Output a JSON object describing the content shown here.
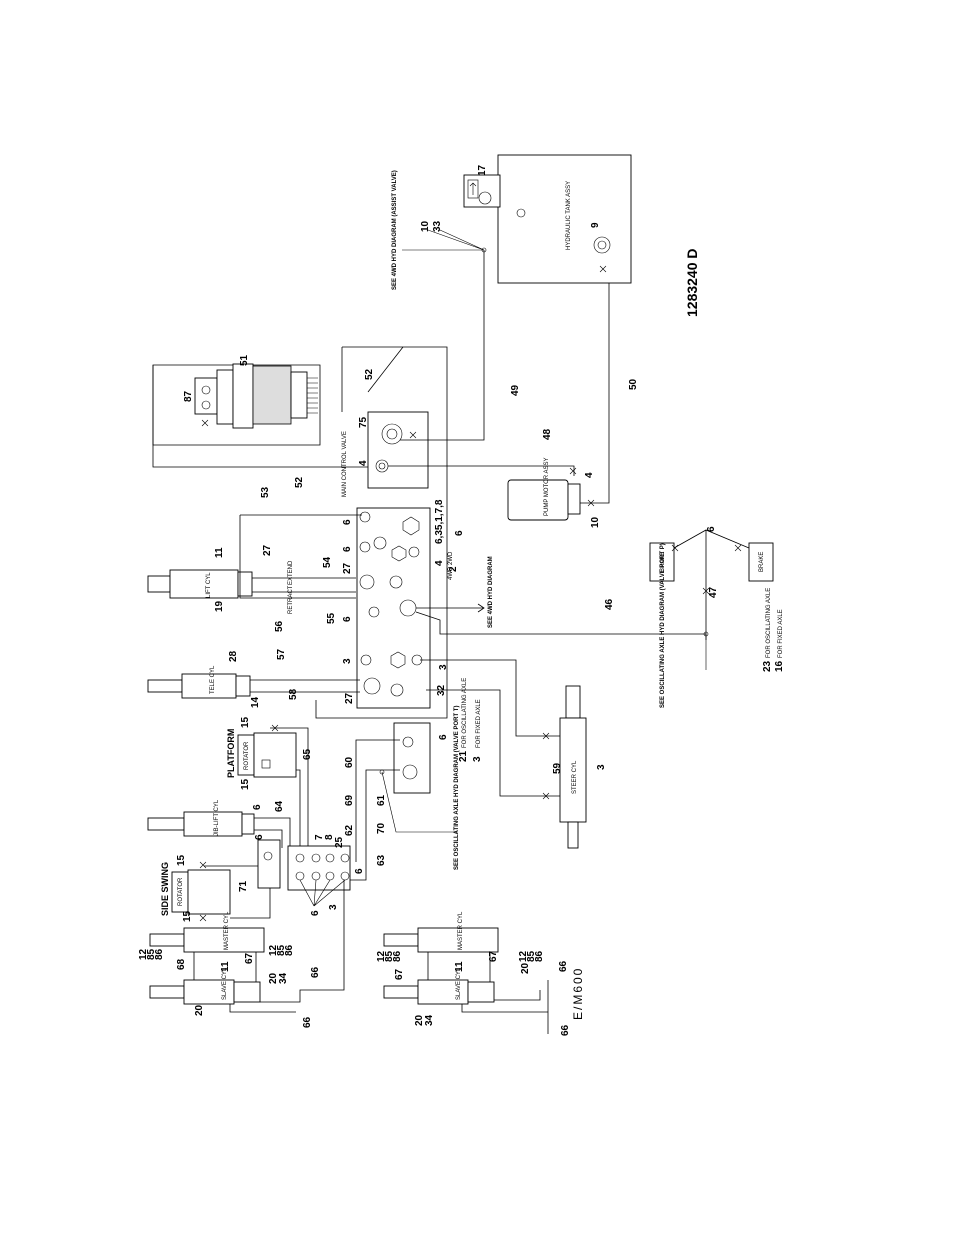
{
  "drawing_number": "1283240 D",
  "tank_label": "HYDRAULIC TANK ASSY",
  "notes": {
    "see_4wd_assist": "SEE 4WD HYD DIAGRAM (ASSIST VALVE)",
    "see_4wd_hyd": "SEE 4WD HYD DIAGRAM",
    "see_osc_valve_p": "SEE OSCILLATING AXLE HYD DIAGRAM (VALVE PORT P)",
    "see_osc_valve_t": "SEE OSCILLATING AXLE HYD DIAGRAM (VALVE PORT T)"
  },
  "components": {
    "main_valve": "MAIN CONTROL VALVE",
    "pump": "PUMP MOTOR ASSY",
    "lift_cyl": "LIFT CYL",
    "tele_cyl": "TELE CYL",
    "jib_lift_cyl": "JIB-LIFT CYL",
    "steer_cyl": "STEER CYL",
    "master_cyl": "MASTER CYL",
    "slave_cyl": "SLAVE CYL",
    "rotator": "ROTATOR",
    "brake": "BRAKE"
  },
  "section_titles": {
    "platform": "PLATFORM",
    "side_swing": "SIDE SWING"
  },
  "line_labels": {
    "extend": "EXTEND",
    "retract": "RETRACT",
    "for_oscillating_axle": "FOR OSCILLATING AXLE",
    "for_fixed_axle": "FOR FIXED AXLE",
    "twd": "2WD",
    "fwd": "4WD"
  },
  "model_text": "E/M600",
  "callouts": {
    "c17": "17",
    "c9": "9",
    "c10": "10",
    "c33": "33",
    "c51": "51",
    "c87": "87",
    "c52": "52",
    "c52b": "52",
    "c49": "49",
    "c50": "50",
    "c75": "75",
    "c48": "48",
    "c4a": "4",
    "c4b": "4",
    "c4c": "4",
    "c10b": "10",
    "c53": "53",
    "c6a": "6",
    "c6b": "6",
    "c6c": "6",
    "c6d": "6",
    "c6e": "6",
    "c6f": "6",
    "c6g": "6",
    "c6h": "6",
    "c6i": "6",
    "c6j": "6",
    "c6351": "6,35,1,7,8",
    "c27a": "27",
    "c27b": "27",
    "c27c": "27",
    "c54": "54",
    "c11a": "11",
    "c11b": "11",
    "c11c": "11",
    "c19": "19",
    "c56": "56",
    "c55": "55",
    "c2": "2",
    "c3a": "3",
    "c3b": "3",
    "c3c": "3",
    "c3d": "3",
    "c3e": "3",
    "c46": "46",
    "c47": "47",
    "c23": "23",
    "c16": "16",
    "c28": "28",
    "c57": "57",
    "c58": "58",
    "c14": "14",
    "c32": "32",
    "c15a": "15",
    "c15b": "15",
    "c15c": "15",
    "c15d": "15",
    "c65": "65",
    "c60": "60",
    "c21": "21",
    "c59": "59",
    "c64": "64",
    "c69": "69",
    "c61": "61",
    "c70": "70",
    "c62": "62",
    "c7": "7",
    "c8": "8",
    "c25": "25",
    "c63": "63",
    "c71": "71",
    "c12a": "12",
    "c85a": "85",
    "c86a": "86",
    "c12b": "12",
    "c85b": "85",
    "c86b": "86",
    "c12c": "12",
    "c85c": "85",
    "c86c": "86",
    "c12d": "12",
    "c85d": "85",
    "c86d": "86",
    "c68": "68",
    "c67a": "67",
    "c67b": "67",
    "c67c": "67",
    "c20a": "20",
    "c20b": "20",
    "c20c": "20",
    "c34a": "34",
    "c34b": "34",
    "c66a": "66",
    "c66b": "66",
    "c66c": "66",
    "c66d": "66"
  }
}
